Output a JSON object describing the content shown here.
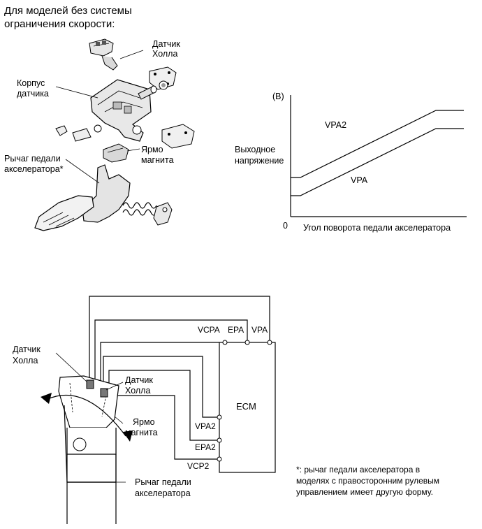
{
  "header": {
    "line1": "Для моделей без системы",
    "line2": "ограничения скорости:"
  },
  "top_labels": {
    "hall_sensor_1": "Датчик",
    "hall_sensor_2": "Холла",
    "housing_1": "Корпус",
    "housing_2": "датчика",
    "yoke_1": "Ярмо",
    "yoke_2": "магнита",
    "lever_1": "Рычаг педали",
    "lever_2": "акселератора*"
  },
  "graph": {
    "y_marker": "(В)",
    "ylabel_1": "Выходное",
    "ylabel_2": "напряжение",
    "origin": "0",
    "xlabel": "Угол поворота педали акселератора",
    "vpa2": "VPA2",
    "vpa": "VPA"
  },
  "circuit": {
    "hall_left_1": "Датчик",
    "hall_left_2": "Холла",
    "hall_right_1": "Датчик",
    "hall_right_2": "Холла",
    "yoke_1": "Ярмо",
    "yoke_2": "магнита",
    "lever_1": "Рычаг педали",
    "lever_2": "акселератора",
    "ecm": "ECM",
    "vcpa": "VCPA",
    "epa": "EPA",
    "vpa": "VPA",
    "vpa2": "VPA2",
    "epa2": "EPA2",
    "vcp2": "VCP2"
  },
  "footnote": {
    "line1": "*: рычаг педали акселератора в",
    "line2": "моделях с правосторонним рулевым",
    "line3": "управлением имеет другую форму."
  }
}
